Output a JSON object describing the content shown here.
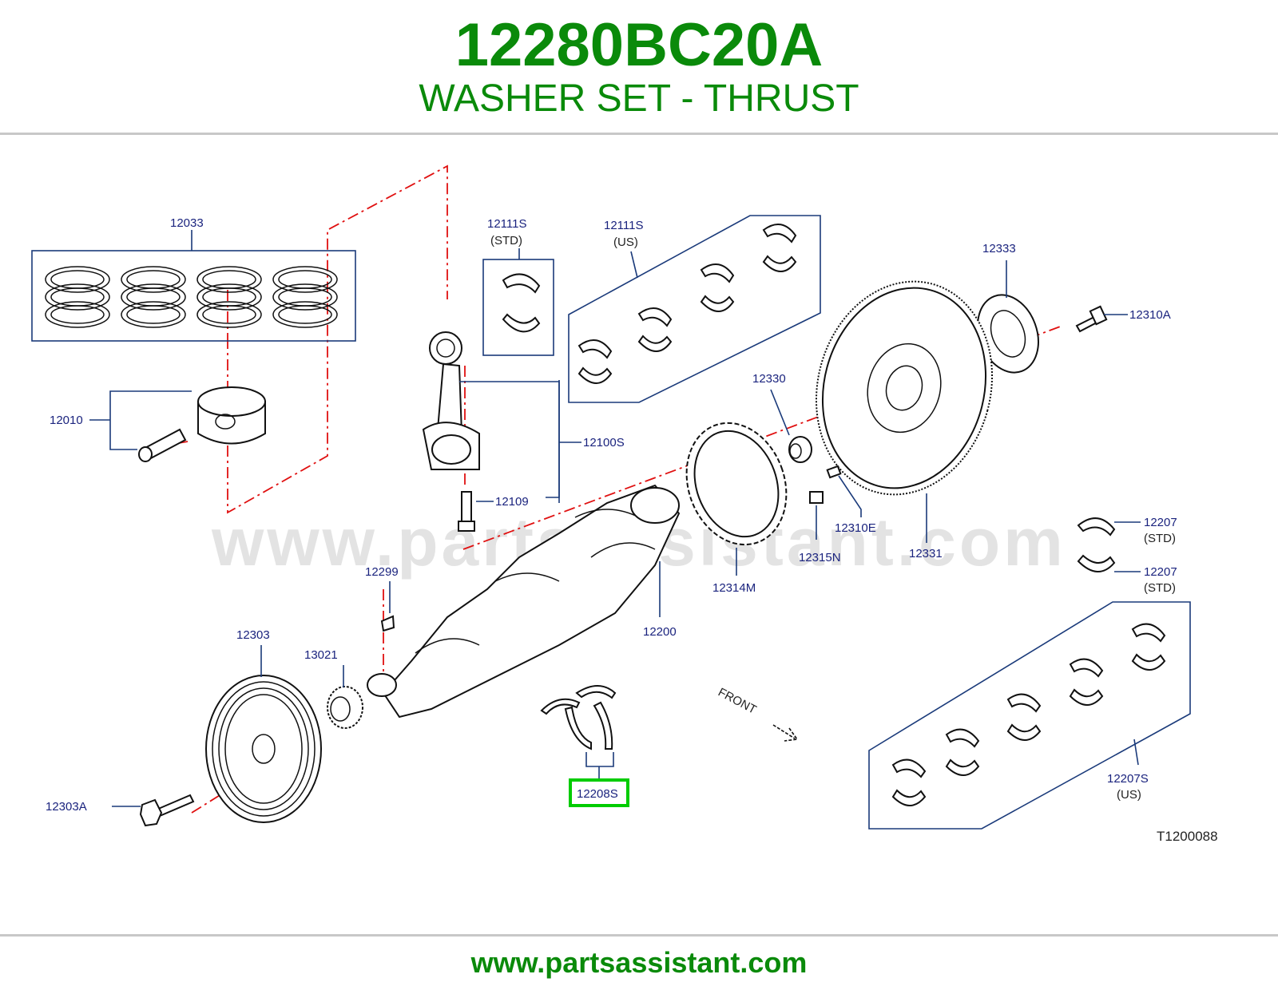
{
  "header": {
    "part_number": "12280BC20A",
    "description": "WASHER SET - THRUST"
  },
  "footer": {
    "url": "www.partsassistant.com"
  },
  "diagram": {
    "watermark": "www.partsassistant.com",
    "figure_id": "T1200088",
    "front_label": "FRONT",
    "highlight_color": "#00cc00",
    "title_color": "#0a8a0a",
    "callout_color": "#1a237e",
    "labels": {
      "p12033": "12033",
      "p12010": "12010",
      "p12111S_std": "12111S",
      "std_a": "(STD)",
      "p12111S_us": "12111S",
      "us_a": "(US)",
      "p12100S": "12100S",
      "p12109": "12109",
      "p12333": "12333",
      "p12310A": "12310A",
      "p12330": "12330",
      "p12310E": "12310E",
      "p12315N": "12315N",
      "p12331": "12331",
      "p12314M": "12314M",
      "p12200": "12200",
      "p12299": "12299",
      "p12303": "12303",
      "p13021": "13021",
      "p12303A": "12303A",
      "p12207_a": "12207",
      "std_b": "(STD)",
      "p12207_b": "12207",
      "std_c": "(STD)",
      "p12207S": "12207S",
      "us_b": "(US)",
      "p12208S": "12208S"
    }
  }
}
